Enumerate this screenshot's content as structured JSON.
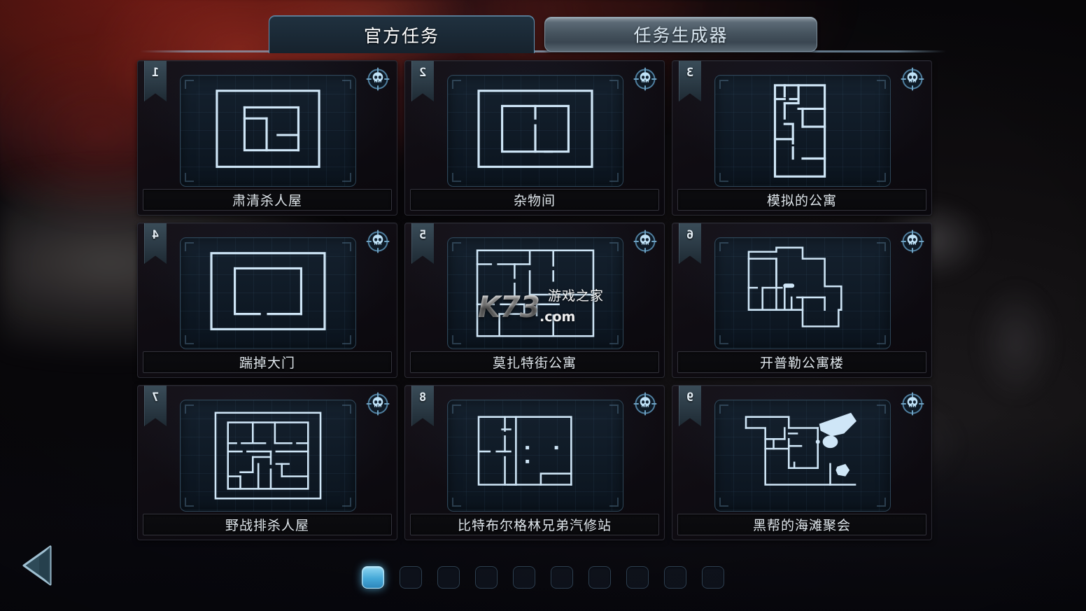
{
  "tabs": [
    {
      "label": "官方任务",
      "active": true
    },
    {
      "label": "任务生成器",
      "active": false
    }
  ],
  "missions": [
    {
      "number": "1",
      "title": "肃清杀人屋",
      "icon": "skull-reticle-icon"
    },
    {
      "number": "2",
      "title": "杂物间",
      "icon": "skull-reticle-icon"
    },
    {
      "number": "3",
      "title": "模拟的公寓",
      "icon": "skull-reticle-icon"
    },
    {
      "number": "4",
      "title": "踹掉大门",
      "icon": "skull-reticle-icon"
    },
    {
      "number": "5",
      "title": "莫扎特街公寓",
      "icon": "skull-reticle-icon"
    },
    {
      "number": "6",
      "title": "开普勒公寓楼",
      "icon": "skull-reticle-icon"
    },
    {
      "number": "7",
      "title": "野战排杀人屋",
      "icon": "skull-reticle-icon"
    },
    {
      "number": "8",
      "title": "比特布尔格林兄弟汽修站",
      "icon": "skull-reticle-icon"
    },
    {
      "number": "9",
      "title": "黑帮的海滩聚会",
      "icon": "skull-reticle-icon"
    }
  ],
  "pagination": {
    "total_pages": 10,
    "current_page": 1
  },
  "back_button": {
    "icon": "chevron-left-icon"
  },
  "watermark": {
    "brand": "K73",
    "chinese": "游戏之家",
    "domain": ".com"
  },
  "colors": {
    "accent": "#46a9d8",
    "plan_line": "#cfe6f7",
    "thumb_bg": "#101b27",
    "card_bg": "#100d13",
    "active_tab_border": "#5f93b5"
  }
}
